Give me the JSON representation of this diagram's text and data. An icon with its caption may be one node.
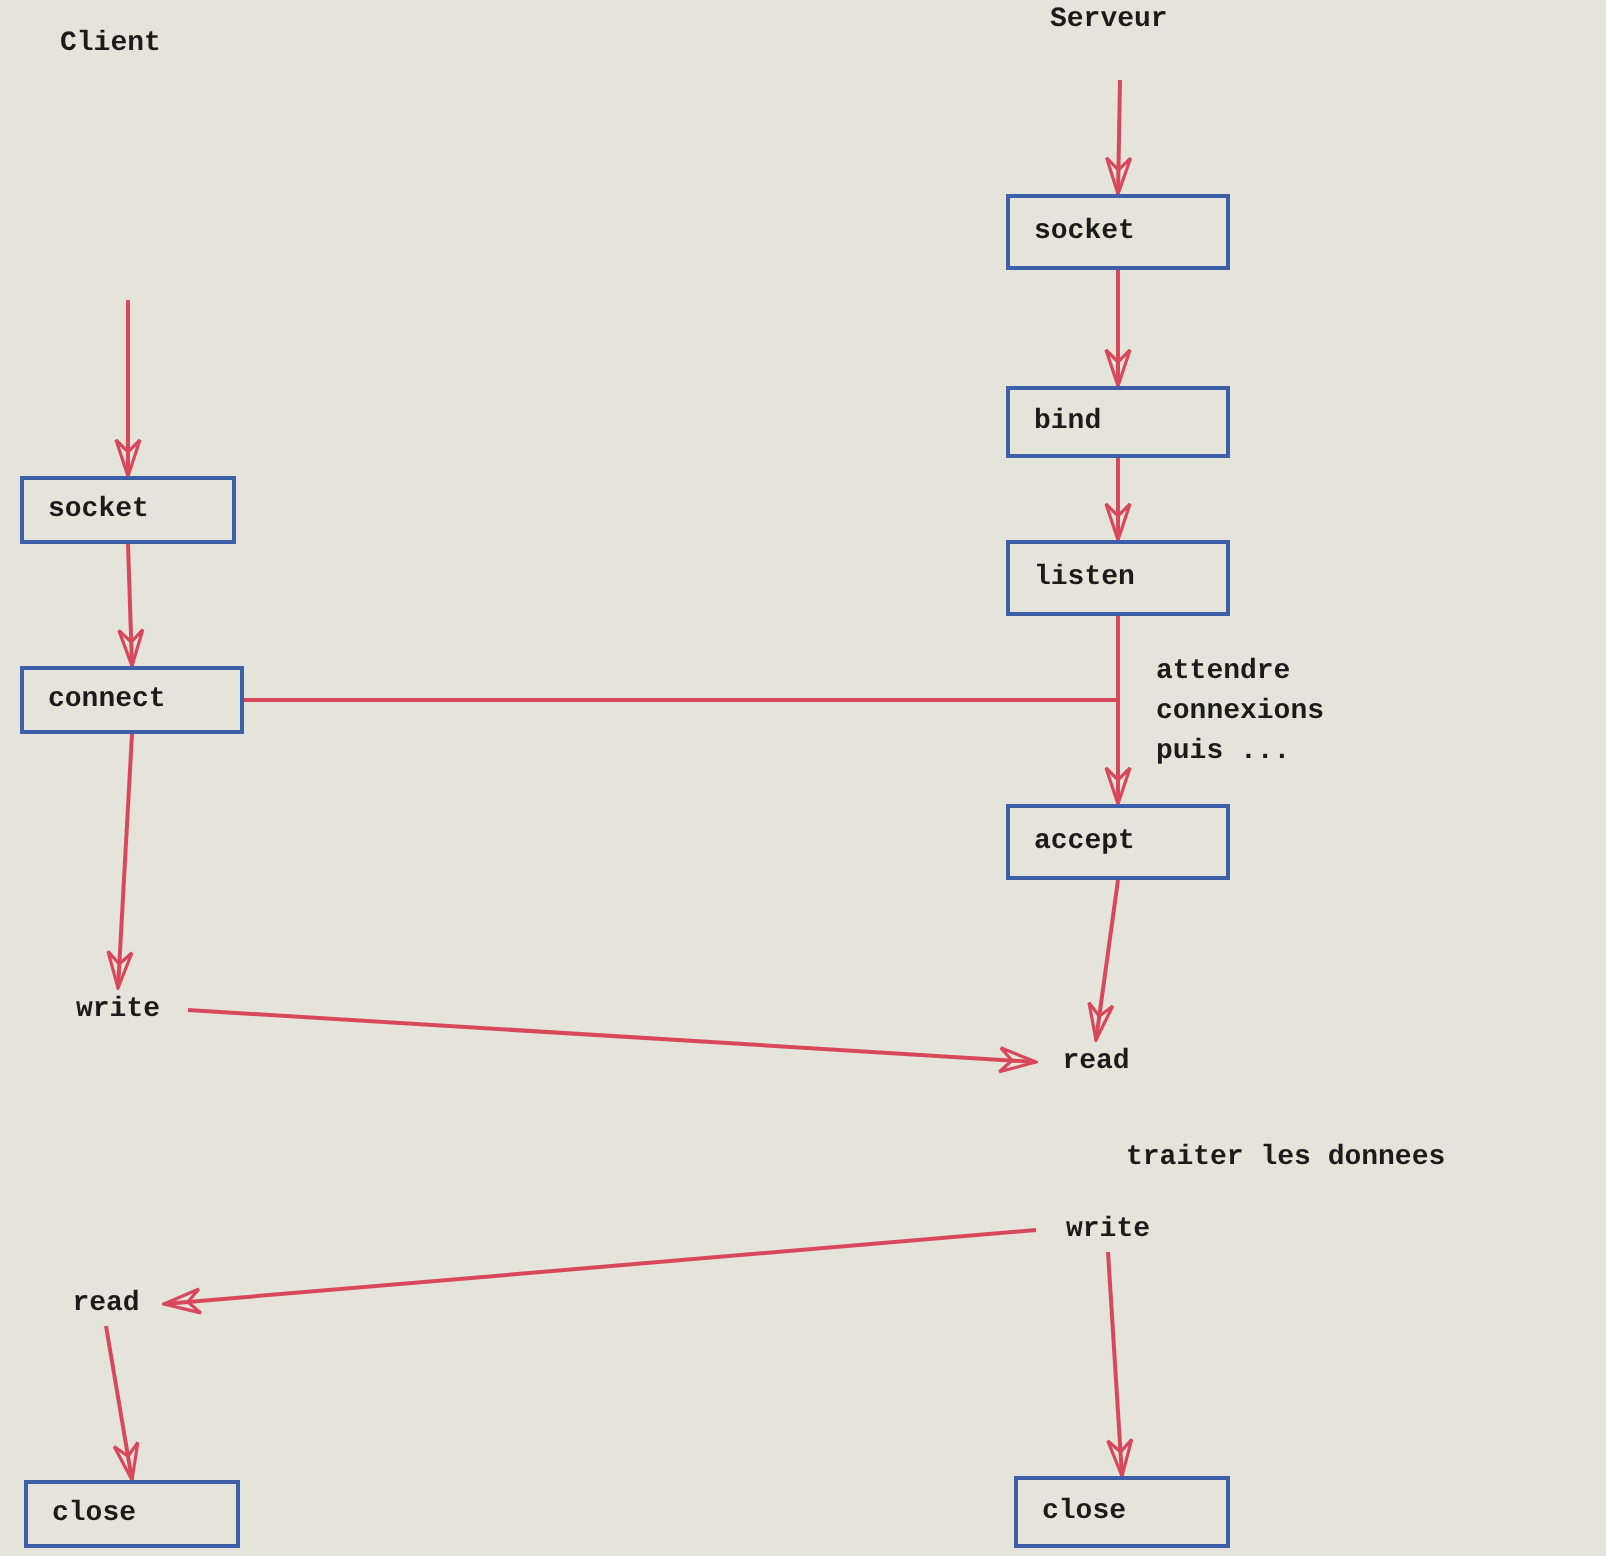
{
  "diagram": {
    "nodes": [
      {
        "text": [
          "socket"
        ]
      },
      {
        "text": [
          "connect"
        ]
      },
      {
        "text": [
          "write"
        ]
      },
      {
        "text": [
          "read"
        ]
      },
      {
        "text": [
          "close"
        ]
      },
      {
        "text": [
          "socket"
        ]
      },
      {
        "text": [
          "bind"
        ]
      },
      {
        "text": [
          "listen"
        ]
      },
      {
        "text": [
          "accept"
        ]
      },
      {
        "text": [
          "read"
        ]
      },
      {
        "text": [
          "write"
        ]
      },
      {
        "text": [
          "close"
        ]
      }
    ],
    "edges": [
      {
        "from": null,
        "to": 0,
        "arrow": "to"
      },
      {
        "from": 0,
        "to": 1,
        "arrow": "to"
      },
      {
        "from": 1,
        "to": 2,
        "arrow": "to"
      },
      {
        "from": 2,
        "to": 9,
        "arrow": "to"
      },
      {
        "from": 3,
        "to": 4,
        "arrow": "to"
      },
      {
        "from": null,
        "to": 5,
        "arrow": "to"
      },
      {
        "from": 5,
        "to": 6,
        "arrow": "to"
      },
      {
        "from": 6,
        "to": 7,
        "arrow": "to"
      },
      {
        "from": 7,
        "to": 8,
        "arrow": "to"
      },
      {
        "from": 1,
        "to": null,
        "arrow": "none"
      },
      {
        "from": 8,
        "to": 9,
        "arrow": "to"
      },
      {
        "from": 10,
        "to": 3,
        "arrow": "to"
      },
      {
        "from": 10,
        "to": 11,
        "arrow": "to"
      }
    ],
    "labels": [
      "Client",
      "Serveur",
      "attendre connexions puis ...",
      "traiter les donnees"
    ]
  }
}
